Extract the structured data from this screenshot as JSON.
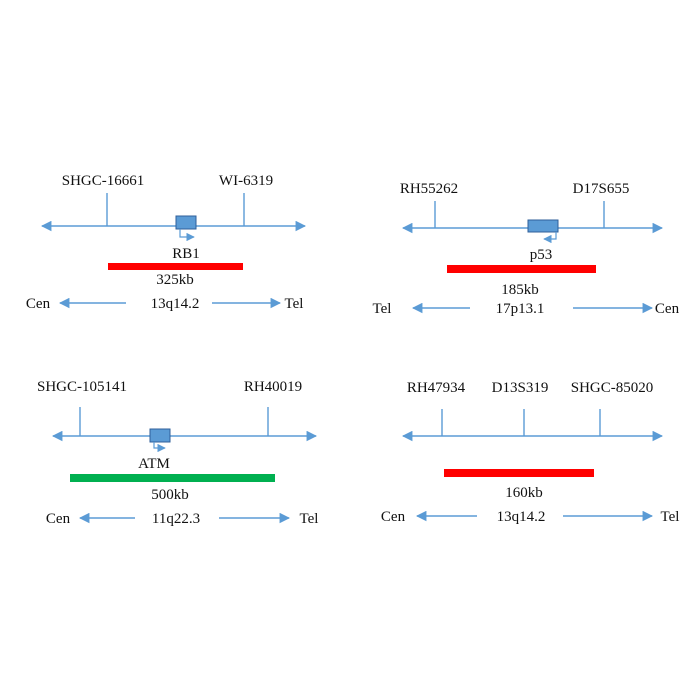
{
  "colors": {
    "axis": "#5b9bd5",
    "gene_box_fill": "#5b9bd5",
    "gene_box_stroke": "#2f5f9a",
    "bar_red": "#ff0000",
    "bar_green": "#00b050",
    "text": "#111111"
  },
  "panels": [
    {
      "id": "rb1",
      "markers": [
        {
          "label": "SHGC-16661"
        },
        {
          "label": "WI-6319"
        }
      ],
      "gene": {
        "label": "RB1",
        "promoter_direction": "right"
      },
      "bar": {
        "label": "325kb",
        "color": "red"
      },
      "band": {
        "left": "Cen",
        "center": "13q14.2",
        "right": "Tel"
      }
    },
    {
      "id": "p53",
      "markers": [
        {
          "label": "RH55262"
        },
        {
          "label": "D17S655"
        }
      ],
      "gene": {
        "label": "p53",
        "promoter_direction": "left"
      },
      "bar": {
        "label": "185kb",
        "color": "red"
      },
      "band": {
        "left": "Tel",
        "center": "17p13.1",
        "right": "Cen"
      }
    },
    {
      "id": "atm",
      "markers": [
        {
          "label": "SHGC-105141"
        },
        {
          "label": "RH40019"
        }
      ],
      "gene": {
        "label": "ATM",
        "promoter_direction": "right"
      },
      "bar": {
        "label": "500kb",
        "color": "green"
      },
      "band": {
        "left": "Cen",
        "center": "11q22.3",
        "right": "Tel"
      }
    },
    {
      "id": "d13s319",
      "markers": [
        {
          "label": "RH47934"
        },
        {
          "label": "D13S319"
        },
        {
          "label": "SHGC-85020"
        }
      ],
      "gene": null,
      "bar": {
        "label": "160kb",
        "color": "red"
      },
      "band": {
        "left": "Cen",
        "center": "13q14.2",
        "right": "Tel"
      }
    }
  ]
}
